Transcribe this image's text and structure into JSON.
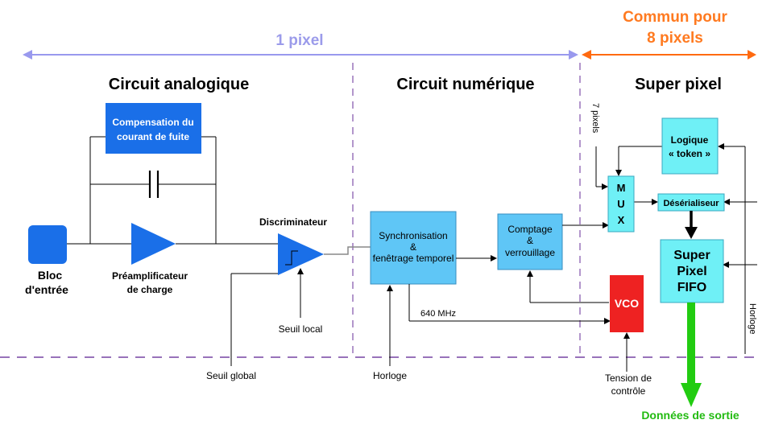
{
  "span_labels": {
    "one_pixel": "1 pixel",
    "common_line1": "Commun pour",
    "common_line2": "8 pixels"
  },
  "sections": {
    "analog": "Circuit analogique",
    "digital": "Circuit numérique",
    "super": "Super pixel"
  },
  "blocks": {
    "input_line1": "Bloc",
    "input_line2": "d'entrée",
    "compensation_line1": "Compensation du",
    "compensation_line2": "courant de fuite",
    "preamp_line1": "Préamplificateur",
    "preamp_line2": "de charge",
    "discriminator": "Discriminateur",
    "local_threshold": "Seuil local",
    "global_threshold": "Seuil global",
    "sync_line1": "Synchronisation",
    "sync_line2": "&",
    "sync_line3": "fenêtrage temporel",
    "count_line1": "Comptage",
    "count_line2": "&",
    "count_line3": "verrouillage",
    "freq": "640 MHz",
    "clock": "Horloge",
    "clock_right": "Horloge",
    "vco": "VCO",
    "control_line1": "Tension de",
    "control_line2": "contrôle",
    "seven_pixels": "7 pixels",
    "mux_m": "M",
    "mux_u": "U",
    "mux_x": "X",
    "token_line1": "Logique",
    "token_line2": "« token »",
    "deserializer": "Désérialiseur",
    "fifo_line1": "Super",
    "fifo_line2": "Pixel",
    "fifo_line3": "FIFO",
    "output": "Données de sortie"
  },
  "colors": {
    "pixel_span": "#9999ee",
    "common_span": "#ff6a10",
    "common_text": "#ff7a20",
    "block_blue": "#1a6fe8",
    "block_light": "#5fc6f6",
    "block_cyan": "#6ff0f6",
    "vco_red": "#ee2222",
    "output_green": "#22cc11",
    "divider": "#8a5fb0"
  }
}
